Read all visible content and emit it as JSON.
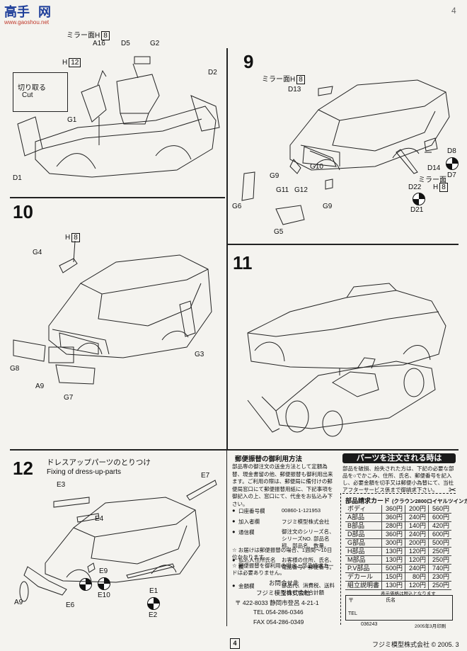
{
  "watermark": {
    "logo_text": "高手",
    "site_char": "网",
    "url": "www.gaoshou.net"
  },
  "page_corner_number": "4",
  "step9": {
    "number": "9",
    "mirror_label": "ミラー面",
    "mirror_code": "H",
    "mirror_code_num": "8",
    "parts": [
      "D13",
      "D8",
      "D14",
      "D7",
      "G9",
      "G10",
      "G11",
      "G12",
      "G9",
      "D22",
      "D21",
      "G6",
      "G5"
    ],
    "mirror2_label": "ミラー面",
    "mirror2_code": "H",
    "mirror2_code_num": "8"
  },
  "step_top": {
    "mirror_label": "ミラー面",
    "mirror_code": "H",
    "mirror_code_num": "8",
    "cut_jp": "切り取る",
    "cut_en": "Cut",
    "h12_code": "H",
    "h12_num": "12",
    "parts": [
      "A16",
      "D5",
      "G2",
      "D2",
      "G1",
      "D1"
    ]
  },
  "step10": {
    "number": "10",
    "h8_code": "H",
    "h8_num": "8",
    "parts": [
      "G4",
      "G3",
      "G8",
      "A9",
      "G7"
    ]
  },
  "step11": {
    "number": "11"
  },
  "step12": {
    "number": "12",
    "title_jp": "ドレスアップパーツのとりつけ",
    "title_en": "Fixing of dress-up-parts",
    "parts": [
      "E3",
      "E7",
      "E4",
      "E9",
      "E10",
      "E1",
      "E2",
      "A9",
      "E6"
    ]
  },
  "postal": {
    "title": "郵便振替の御利用方法",
    "body": "部品専の御注文の送金方法として定額為替、現金書留の他、郵便振替も御利用出来ます。ご利用の際は、郵便局に備付けの郵便局窓口にて郵便振替用紙に、下記事項を御記入の上、窓口にて、代金をお払込み下さい。",
    "rows": [
      {
        "key": "口座番号欄",
        "val": "00860-1-121953"
      },
      {
        "key": "加入者欄",
        "val": "フジミ模型株式会社"
      },
      {
        "key": "通信欄",
        "val": "御注文のシリーズ名、シリーズNO. 部品名称、部品名、数量。"
      },
      {
        "key": "払込人住所氏名欄",
        "val": "お客様の住所、氏名、電話番号、郵便番号。"
      },
      {
        "key": "金額欄",
        "val": "部品代、消費税、送料を含む代金合計額"
      }
    ],
    "note1": "☆ お届けは郵便振替の場合、1週間〜10日位かかります。",
    "note2": "☆ 郵便振替を御利用の場合、部品請求カードは必要ありません。",
    "contact_title": "お問合せ先",
    "company": "フジミ模型株式会社",
    "address": "〒 422-8033 静岡市登呂 4-21-1",
    "tel": "TEL 054-286-0346",
    "fax": "FAX 054-286-0349"
  },
  "order": {
    "header": "パーツを注文される時は",
    "body": "部品を破損、紛失された方は、下記の必要な部品を○でかこみ、住所、氏名、郵便番号を記入し、必要金額を切手又は郵便小為替にて、当社アフターサービス係まで御請求下さい。",
    "card_title": "部品請求カード",
    "card_sub": "クラウン2800ロイヤルツインカム",
    "rows": [
      {
        "name": "ボディ",
        "a": "360円",
        "b": "200円",
        "c": "560円"
      },
      {
        "name": "A部品",
        "a": "360円",
        "b": "240円",
        "c": "600円"
      },
      {
        "name": "B部品",
        "a": "280円",
        "b": "140円",
        "c": "420円"
      },
      {
        "name": "D部品",
        "a": "360円",
        "b": "240円",
        "c": "600円"
      },
      {
        "name": "G部品",
        "a": "300円",
        "b": "200円",
        "c": "500円"
      },
      {
        "name": "H部品",
        "a": "130円",
        "b": "120円",
        "c": "250円"
      },
      {
        "name": "M部品",
        "a": "130円",
        "b": "120円",
        "c": "250円"
      },
      {
        "name": "P.V部品",
        "a": "500円",
        "b": "240円",
        "c": "740円"
      },
      {
        "name": "デカール",
        "a": "150円",
        "b": "80円",
        "c": "230円"
      },
      {
        "name": "組立説明書",
        "a": "130円",
        "b": "120円",
        "c": "250円"
      }
    ],
    "price_note": "表示価格は税込となります",
    "addr_label": "〒",
    "name_label": "氏名",
    "tel_label": "TEL",
    "code": "036243",
    "date": "2005年3月印刷"
  },
  "footer": {
    "page": "4",
    "copyright": "フジミ模型株式会社 © 2005. 3"
  }
}
